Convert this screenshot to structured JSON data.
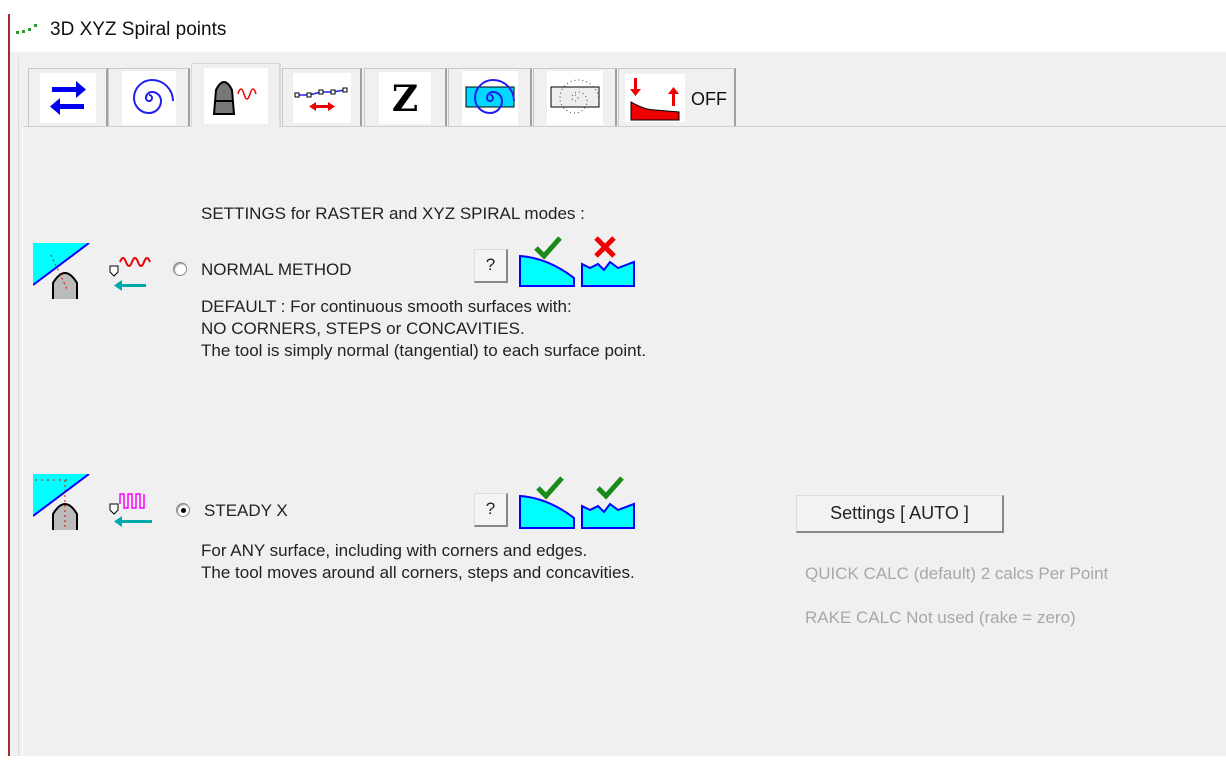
{
  "window": {
    "title": "3D XYZ Spiral points",
    "title_icon": "dotted-points-icon"
  },
  "tabs": [
    {
      "icon": "swap-arrows-icon",
      "selected": false
    },
    {
      "icon": "spiral-icon",
      "selected": false
    },
    {
      "icon": "tool-wave-icon",
      "selected": true
    },
    {
      "icon": "points-spacing-icon",
      "selected": false
    },
    {
      "icon": "z-letter-icon",
      "selected": false,
      "glyph": "Z"
    },
    {
      "icon": "spiral-band-icon",
      "selected": false
    },
    {
      "icon": "spiral-dotted-icon",
      "selected": false
    },
    {
      "icon": "depth-arrows-icon",
      "selected": false,
      "label": "OFF"
    }
  ],
  "content": {
    "heading": "SETTINGS for RASTER and XYZ SPIRAL modes :",
    "normal": {
      "label": "NORMAL METHOD",
      "selected": false,
      "help": "?",
      "desc": [
        "DEFAULT : For continuous smooth surfaces with:",
        "NO CORNERS, STEPS or CONCAVITIES.",
        "The tool is simply normal (tangential) to each surface point."
      ]
    },
    "steady": {
      "label": "STEADY X",
      "selected": true,
      "help": "?",
      "desc": [
        "For ANY surface, including with corners and edges.",
        "The tool moves around all corners, steps and concavities."
      ]
    },
    "settings_button": "Settings [ AUTO ]",
    "quick_calc": "QUICK CALC (default)   2 calcs Per Point",
    "rake_calc": "RAKE CALC  Not used  (rake = zero)"
  },
  "colors": {
    "accent_cyan": "#00ffff",
    "blue": "#0000ff",
    "red": "#ff0000",
    "green": "#008000",
    "magenta": "#ff00ff"
  }
}
